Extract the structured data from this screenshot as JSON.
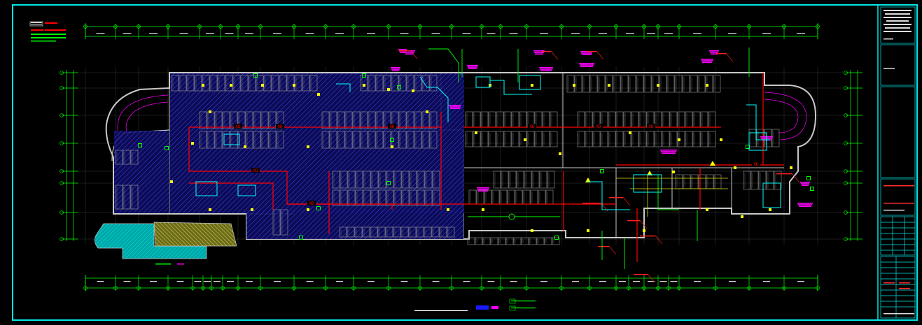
{
  "drawing": {
    "title": "",
    "legend_swatches": [
      "#ff0000",
      "#ff0000",
      "#00ff00"
    ],
    "colors": {
      "frame": "#00e5e5",
      "dimension": "#00ff00",
      "wall": "#c8c8c8",
      "fire_pipe": "#ff0000",
      "parking_hatch": "#3a3aff",
      "annotation": "#ff00ff",
      "equipment": "#ffff00",
      "cyan_device": "#00ffff",
      "pool_hatch": "#00ffff",
      "ramp_hatch": "#ffff66"
    },
    "pipe_tags": [
      "XD",
      "XD",
      "XD",
      "XD",
      "XD",
      "XD",
      "XD",
      "XD",
      "XD"
    ]
  },
  "title_block": {
    "rows": [
      "",
      "",
      "",
      "",
      "",
      "",
      "",
      "",
      "",
      "",
      "",
      ""
    ]
  }
}
